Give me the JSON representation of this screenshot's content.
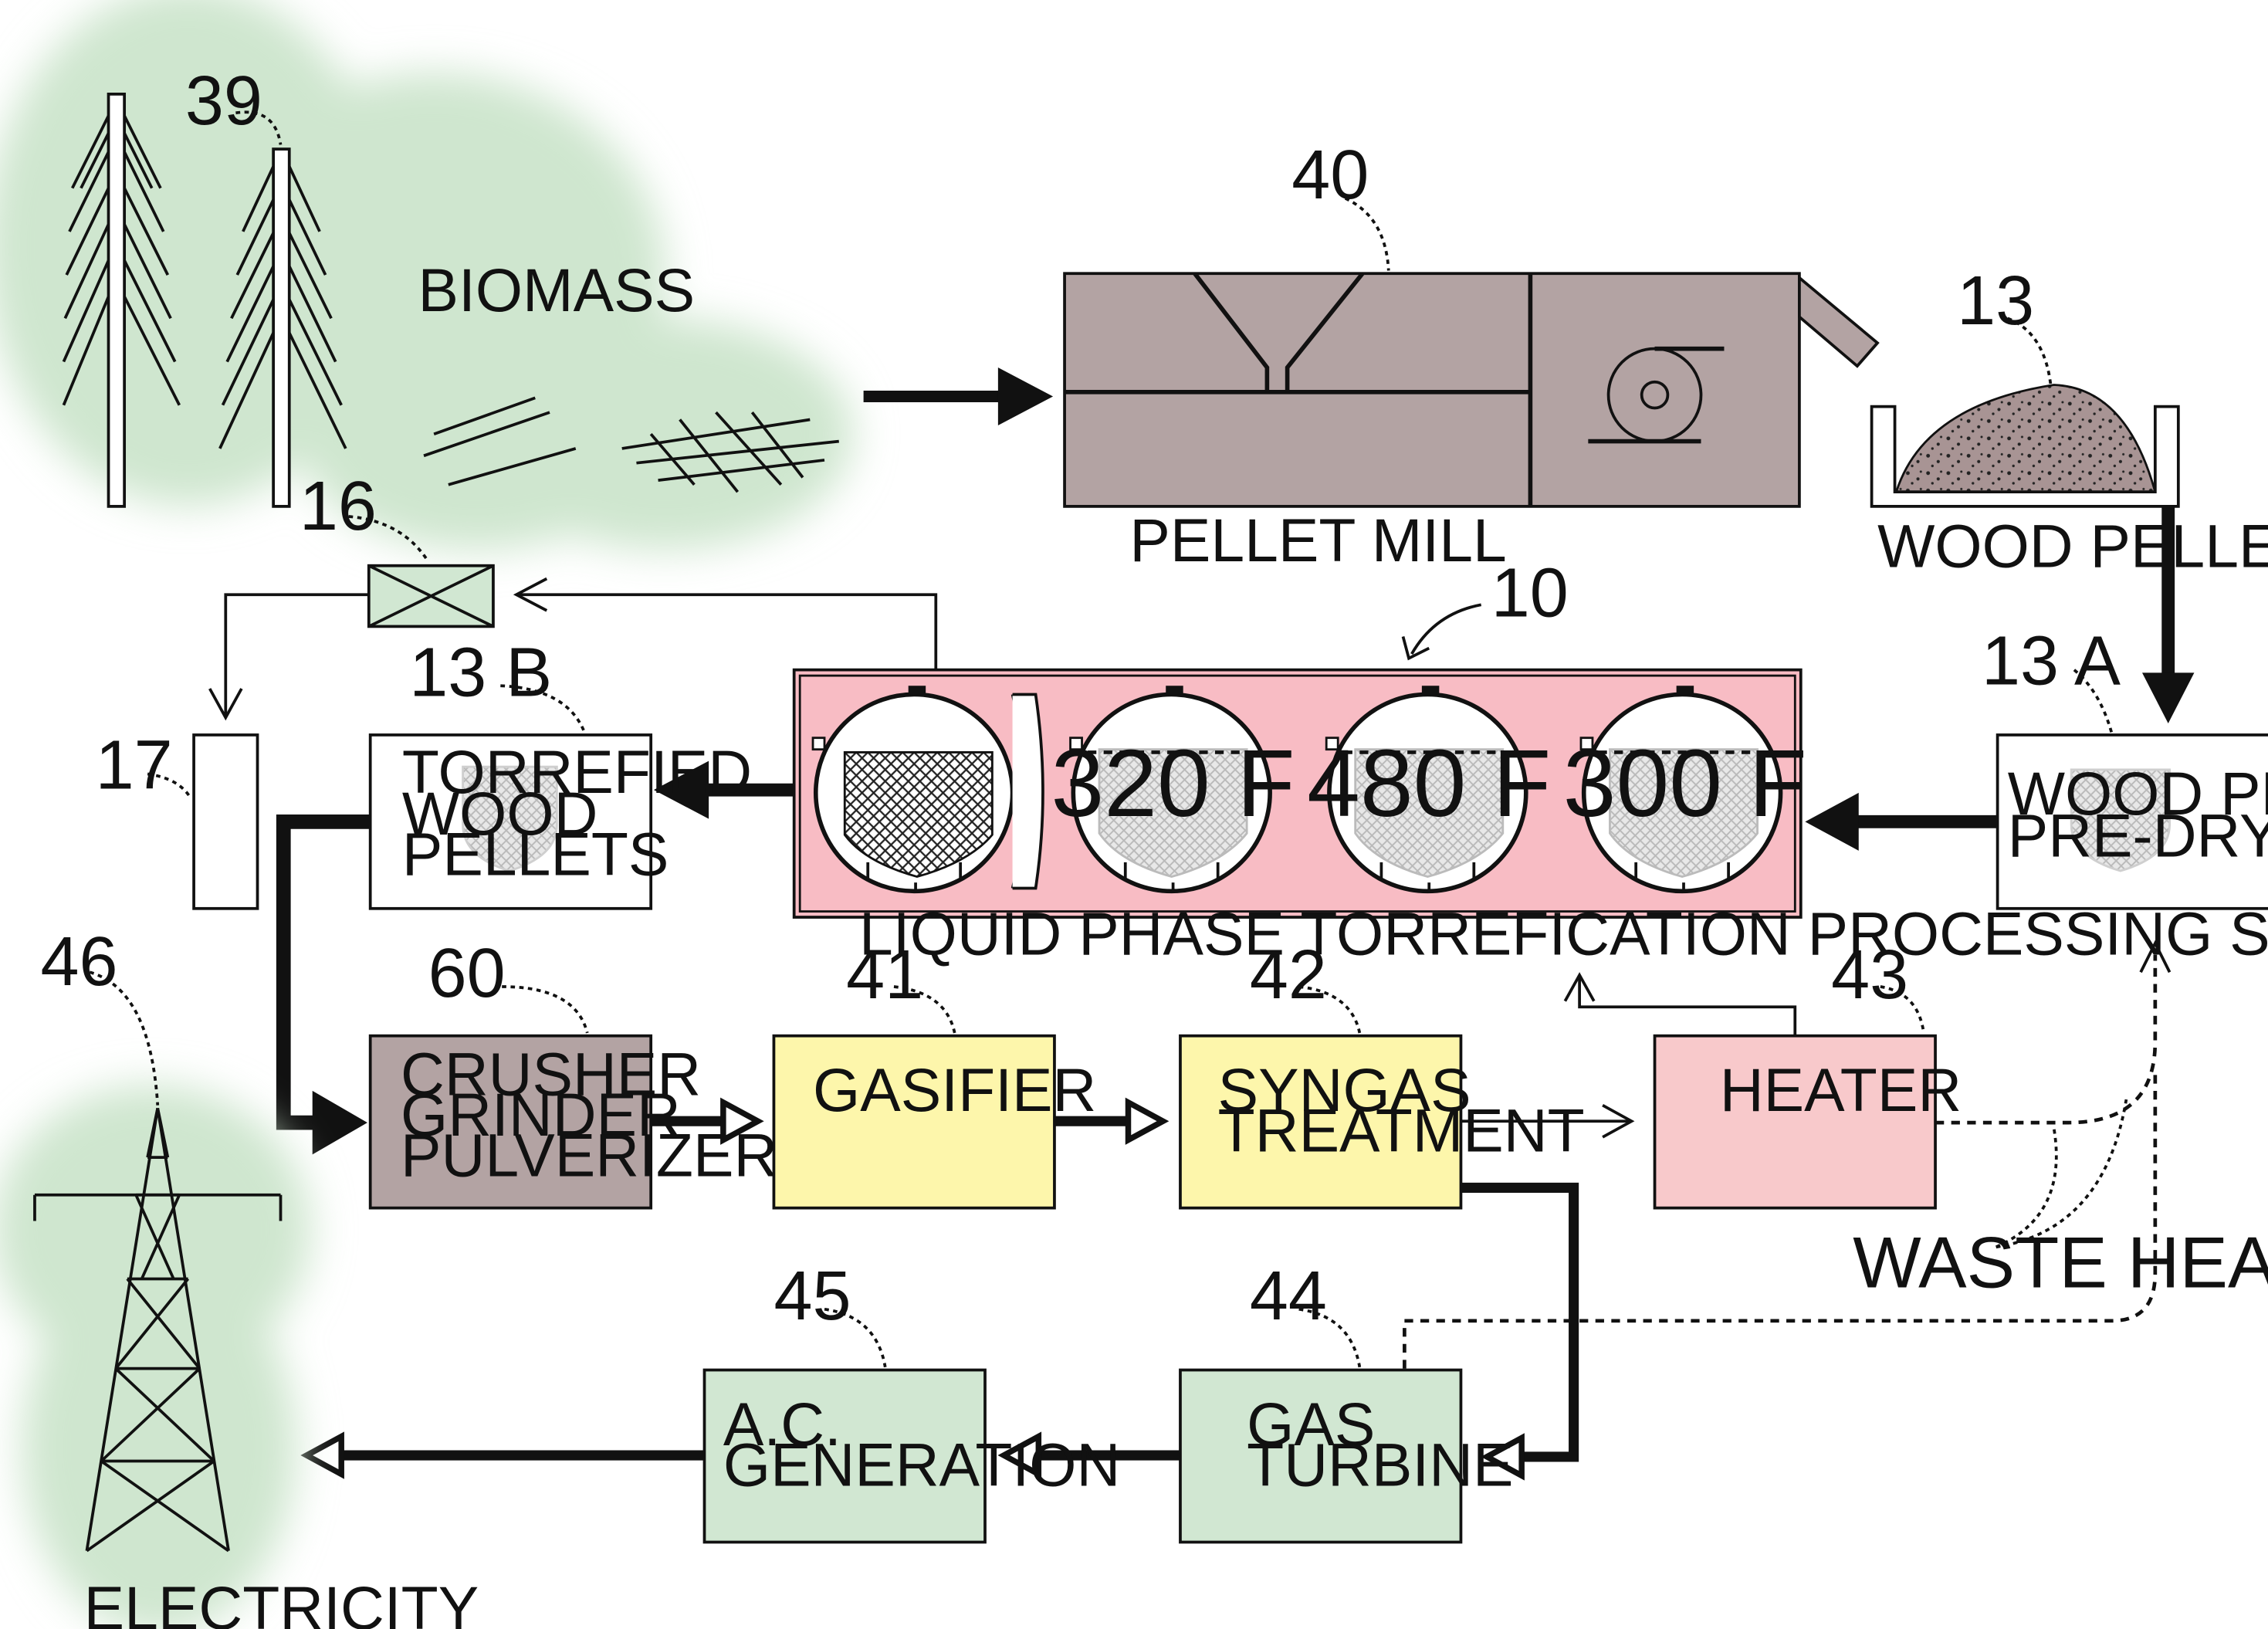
{
  "colors": {
    "pink": "#f8bcc4",
    "light_pink": "#f8c9cb",
    "mauve": "#b3a3a3",
    "yellow": "#fdf6ab",
    "green": "#d1e7d2",
    "biomass_glow": "#cfe6cf",
    "outline": "#111111"
  },
  "labels": {
    "biomass": "BIOMASS",
    "pellet_mill": "PELLET MILL",
    "wood_pellets": "WOOD PELLETS",
    "lpt_system": "LIQUID PHASE TORREFICATION PROCESSING SYSTEM",
    "waste_heat": "WASTE HEAT",
    "electricity": "ELECTRICITY"
  },
  "boxes": {
    "torrefied": [
      "TORREFIED",
      "WOOD",
      "PELLETS"
    ],
    "predrying": [
      "WOOD PELLETS",
      "PRE-DRYING"
    ],
    "crusher": [
      "CRUSHER",
      "GRINDER",
      "PULVERIZER"
    ],
    "gasifier": [
      "GASIFIER"
    ],
    "syngas": [
      "SYNGAS",
      "TREATMENT"
    ],
    "heater": [
      "HEATER"
    ],
    "turbine": [
      "GAS",
      "TURBINE"
    ],
    "ac_generation": [
      "A.C.",
      "GENERATION"
    ]
  },
  "tanks": [
    "320 F",
    "480 F",
    "300 F"
  ],
  "refs": {
    "r39": "39",
    "r40": "40",
    "r13": "13",
    "r16": "16",
    "r10": "10",
    "r13b": "13 B",
    "r13a": "13 A",
    "r17": "17",
    "r46": "46",
    "r60": "60",
    "r41": "41",
    "r42": "42",
    "r43": "43",
    "r45": "45",
    "r44": "44"
  }
}
